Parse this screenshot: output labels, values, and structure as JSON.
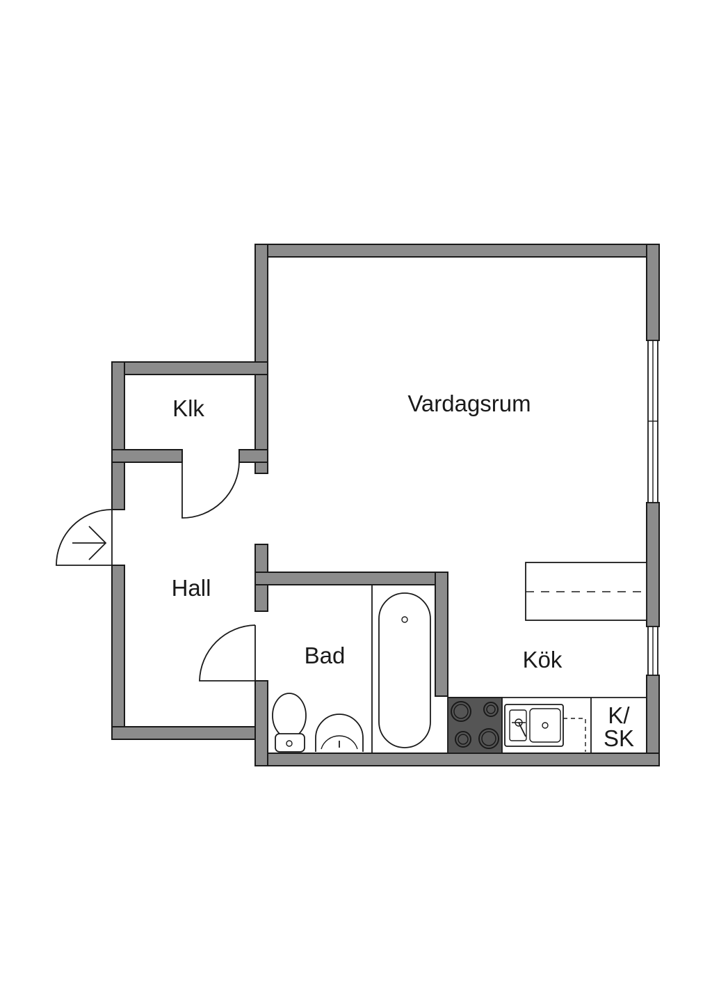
{
  "rooms": {
    "vardagsrum": "Vardagsrum",
    "klk": "Klk",
    "hall": "Hall",
    "bad": "Bad",
    "kok": "Kök",
    "ksk_line1": "K/",
    "ksk_line2": "SK"
  },
  "colors": {
    "wall": "#8c8c8c",
    "stove": "#555555",
    "outline": "#1a1a1a"
  },
  "icons": [
    "entrance-arrow-icon",
    "toilet-icon",
    "sink-icon",
    "bathtub-icon",
    "stove-icon",
    "kitchen-sink-icon"
  ]
}
